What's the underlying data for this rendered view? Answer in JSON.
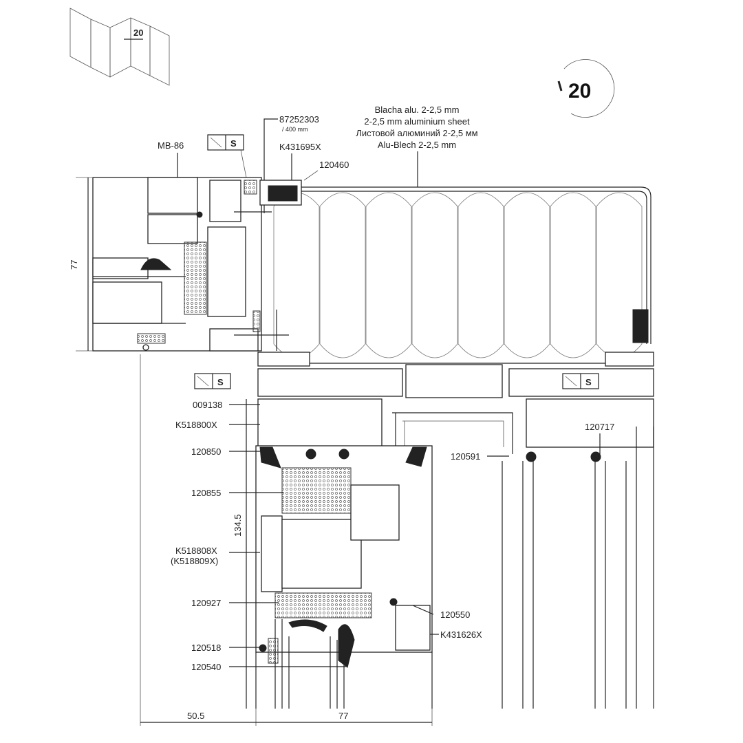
{
  "detail_number": "20",
  "key_plan_number": "20",
  "top_labels": {
    "system": "MB-86",
    "screw": "87252303",
    "screw_spacing": "/ 400 mm",
    "gasket_top": "K431695X",
    "gasket_120460": "120460",
    "sheet_pl": "Blacha alu. 2-2,5 mm",
    "sheet_en": "2-2,5 mm aluminium sheet",
    "sheet_ru": "Листовой алюминий 2-2,5 мм",
    "sheet_de": "Alu-Blech 2-2,5 mm"
  },
  "sealant_symbol": "S",
  "left_labels": [
    "009138",
    "K518800X",
    "120850",
    "120855",
    "K518808X",
    "(K518809X)",
    "120927",
    "120518",
    "120540"
  ],
  "right_labels": [
    "120717",
    "120591",
    "120550",
    "K431626X"
  ],
  "dimensions": {
    "top_height": "77",
    "frame_height": "134.5",
    "bottom_left": "50.5",
    "bottom_right": "77"
  }
}
